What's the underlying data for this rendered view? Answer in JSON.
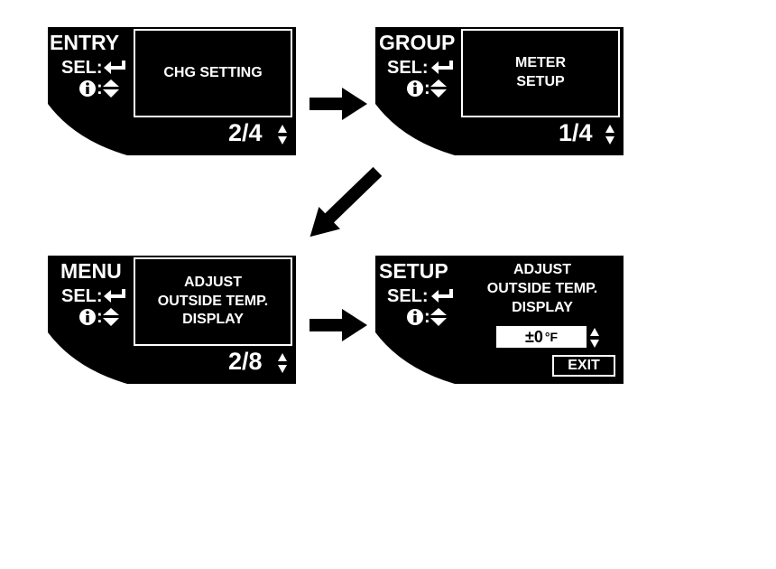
{
  "screens": [
    {
      "mode": "ENTRY",
      "sel": "SEL:",
      "page": "2/4",
      "lines": [
        "CHG SETTING"
      ]
    },
    {
      "mode": "GROUP",
      "sel": "SEL:",
      "page": "1/4",
      "lines": [
        "METER",
        "SETUP"
      ]
    },
    {
      "mode": "MENU",
      "sel": "SEL:",
      "page": "2/8",
      "lines": [
        "ADJUST",
        "OUTSIDE TEMP.",
        "DISPLAY"
      ]
    },
    {
      "mode": "SETUP",
      "sel": "SEL:",
      "lines": [
        "ADJUST",
        "OUTSIDE TEMP.",
        "DISPLAY"
      ],
      "value": "±0",
      "unit": "°F",
      "exit": "EXIT"
    }
  ],
  "colors": {
    "screen": "#000000",
    "text": "#ffffff",
    "arrow": "#000000"
  },
  "icons": {
    "select": "enter-arrow-icon",
    "info": "info-icon",
    "nav": "up-down-arrows-icon"
  }
}
